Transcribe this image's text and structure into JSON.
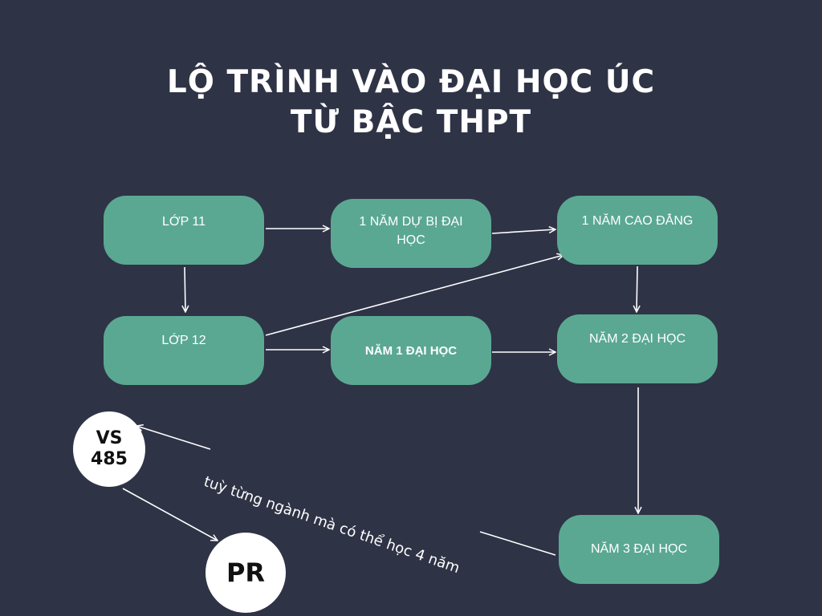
{
  "title": {
    "line1": "LỘ TRÌNH VÀO ĐẠI HỌC ÚC",
    "line2": "TỪ BẬC THPT"
  },
  "nodes": {
    "lop11": "LỚP 11",
    "du_bi_line1": "1 NĂM DỰ BỊ ĐẠI",
    "du_bi_line2": "HỌC",
    "cao_dang": "1 NĂM CAO ĐẲNG",
    "lop12": "LỚP 12",
    "nam1": "NĂM 1 ĐẠI HỌC",
    "nam2": "NĂM 2  ĐẠI HỌC",
    "nam3": "NĂM 3  ĐẠI HỌC"
  },
  "circles": {
    "vs": "VS",
    "vs_num": "485",
    "pr": "PR"
  },
  "note": "tuỳ từng ngành mà có thể học 4 năm",
  "colors": {
    "background": "#2f3346",
    "node": "#5aa892",
    "text": "#ffffff",
    "circle": "#ffffff"
  }
}
